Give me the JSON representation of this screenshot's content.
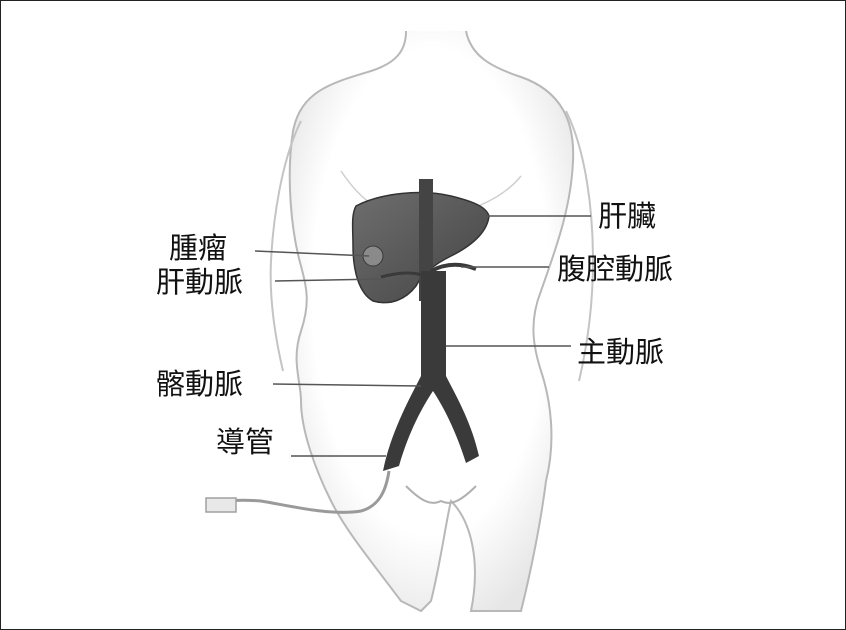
{
  "labels": {
    "tumor": "腫瘤",
    "hepatic_artery": "肝動脈",
    "iliac_artery": "髂動脈",
    "catheter": "導管",
    "liver": "肝臟",
    "celiac_artery": "腹腔動脈",
    "aorta": "主動脈"
  },
  "colors": {
    "outline": "#b8b8b8",
    "skin_shade": "#ededed",
    "liver": "#5a5a5a",
    "aorta": "#3a3a3a",
    "leader_line": "#555555",
    "text": "#111111"
  },
  "icons": {
    "body": "human-torso-outline",
    "liver": "liver-organ",
    "aorta": "aorta-vessel",
    "catheter": "catheter-tube"
  }
}
